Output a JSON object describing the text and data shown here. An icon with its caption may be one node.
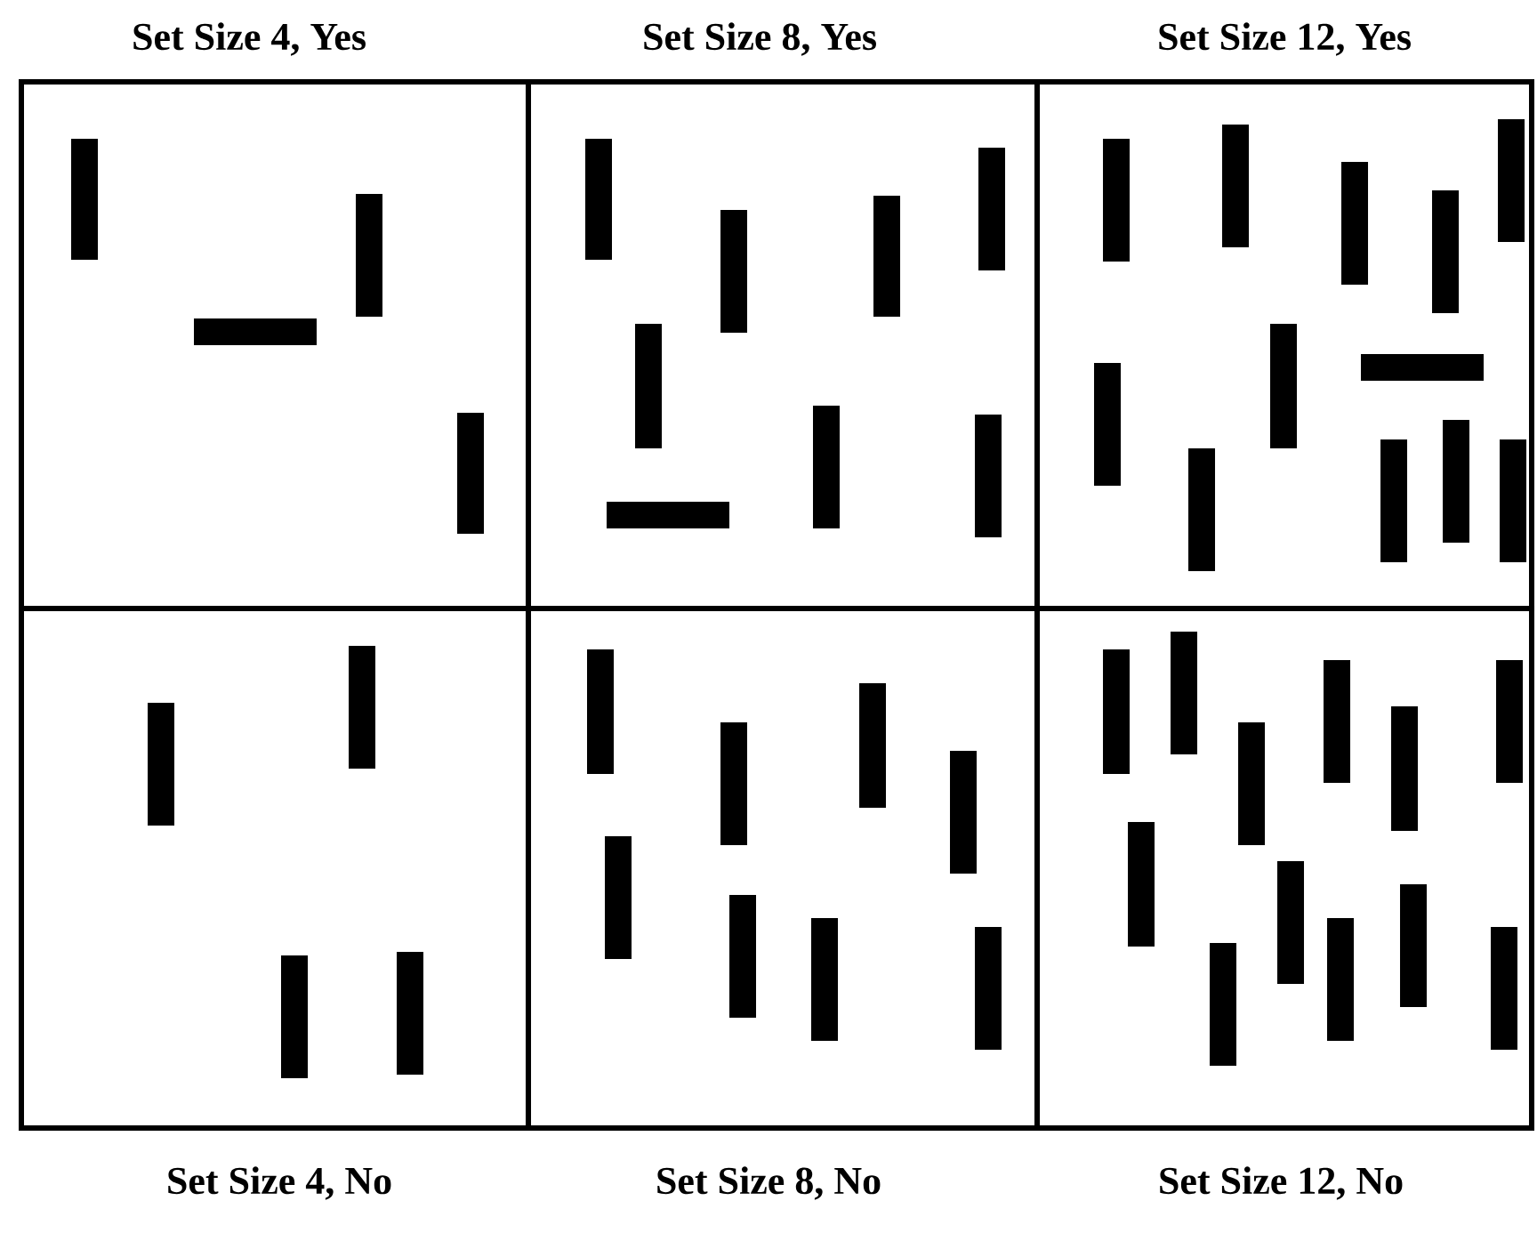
{
  "diagram": {
    "nodes": [
      {
        "text": [
          "Set Size 4, Yes"
        ]
      },
      {
        "text": [
          "Set Size 8, Yes"
        ]
      },
      {
        "text": [
          "Set Size 12, Yes"
        ]
      },
      {
        "text": [
          "Set Size 4, No"
        ]
      },
      {
        "text": [
          "Set Size 8, No"
        ]
      },
      {
        "text": [
          "Set Size 12, No"
        ]
      }
    ]
  }
}
